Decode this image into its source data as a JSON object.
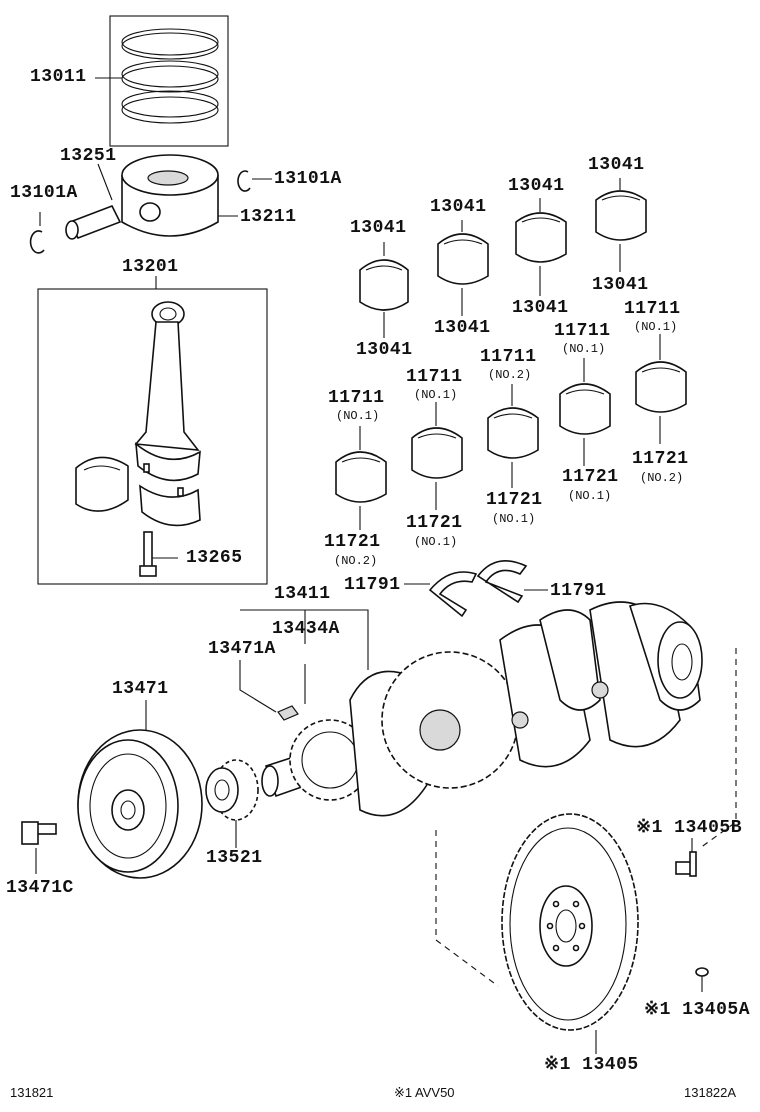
{
  "labels": {
    "p13011": "13011",
    "p13251": "13251",
    "p13101a_left": "13101A",
    "p13101a_right": "13101A",
    "p13211": "13211",
    "p13201": "13201",
    "p13265": "13265",
    "b13041_1": "13041",
    "b13041_2": "13041",
    "b13041_3": "13041",
    "b13041_4": "13041",
    "b13041_5": "13041",
    "b13041_6": "13041",
    "b13041_7": "13041",
    "b13041_8": "13041",
    "m11711_1": "11711",
    "m11711_2": "11711",
    "m11711_3": "11711",
    "m11711_4": "11711",
    "m11711_5": "11711",
    "m11721_1": "11721",
    "m11721_2": "11721",
    "m11721_3": "11721",
    "m11721_4": "11721",
    "m11721_5": "11721",
    "t11791_left": "11791",
    "t11791_right": "11791",
    "p13411": "13411",
    "p13434a": "13434A",
    "p13471a": "13471A",
    "p13471": "13471",
    "p13471c": "13471C",
    "p13521": "13521",
    "p13405b": "※1 13405B",
    "p13405a": "※1 13405A",
    "p13405": "※1 13405"
  },
  "notes": {
    "n11711_1": "(NO.1)",
    "n11711_2": "(NO.1)",
    "n11711_3": "(NO.2)",
    "n11711_4": "(NO.1)",
    "n11711_5": "(NO.1)",
    "n11721_1": "(NO.2)",
    "n11721_2": "(NO.1)",
    "n11721_3": "(NO.1)",
    "n11721_4": "(NO.1)",
    "n11721_5": "(NO.2)"
  },
  "footer": {
    "left_code": "131821",
    "center_note": "※1 AVV50",
    "right_code": "131822A"
  }
}
